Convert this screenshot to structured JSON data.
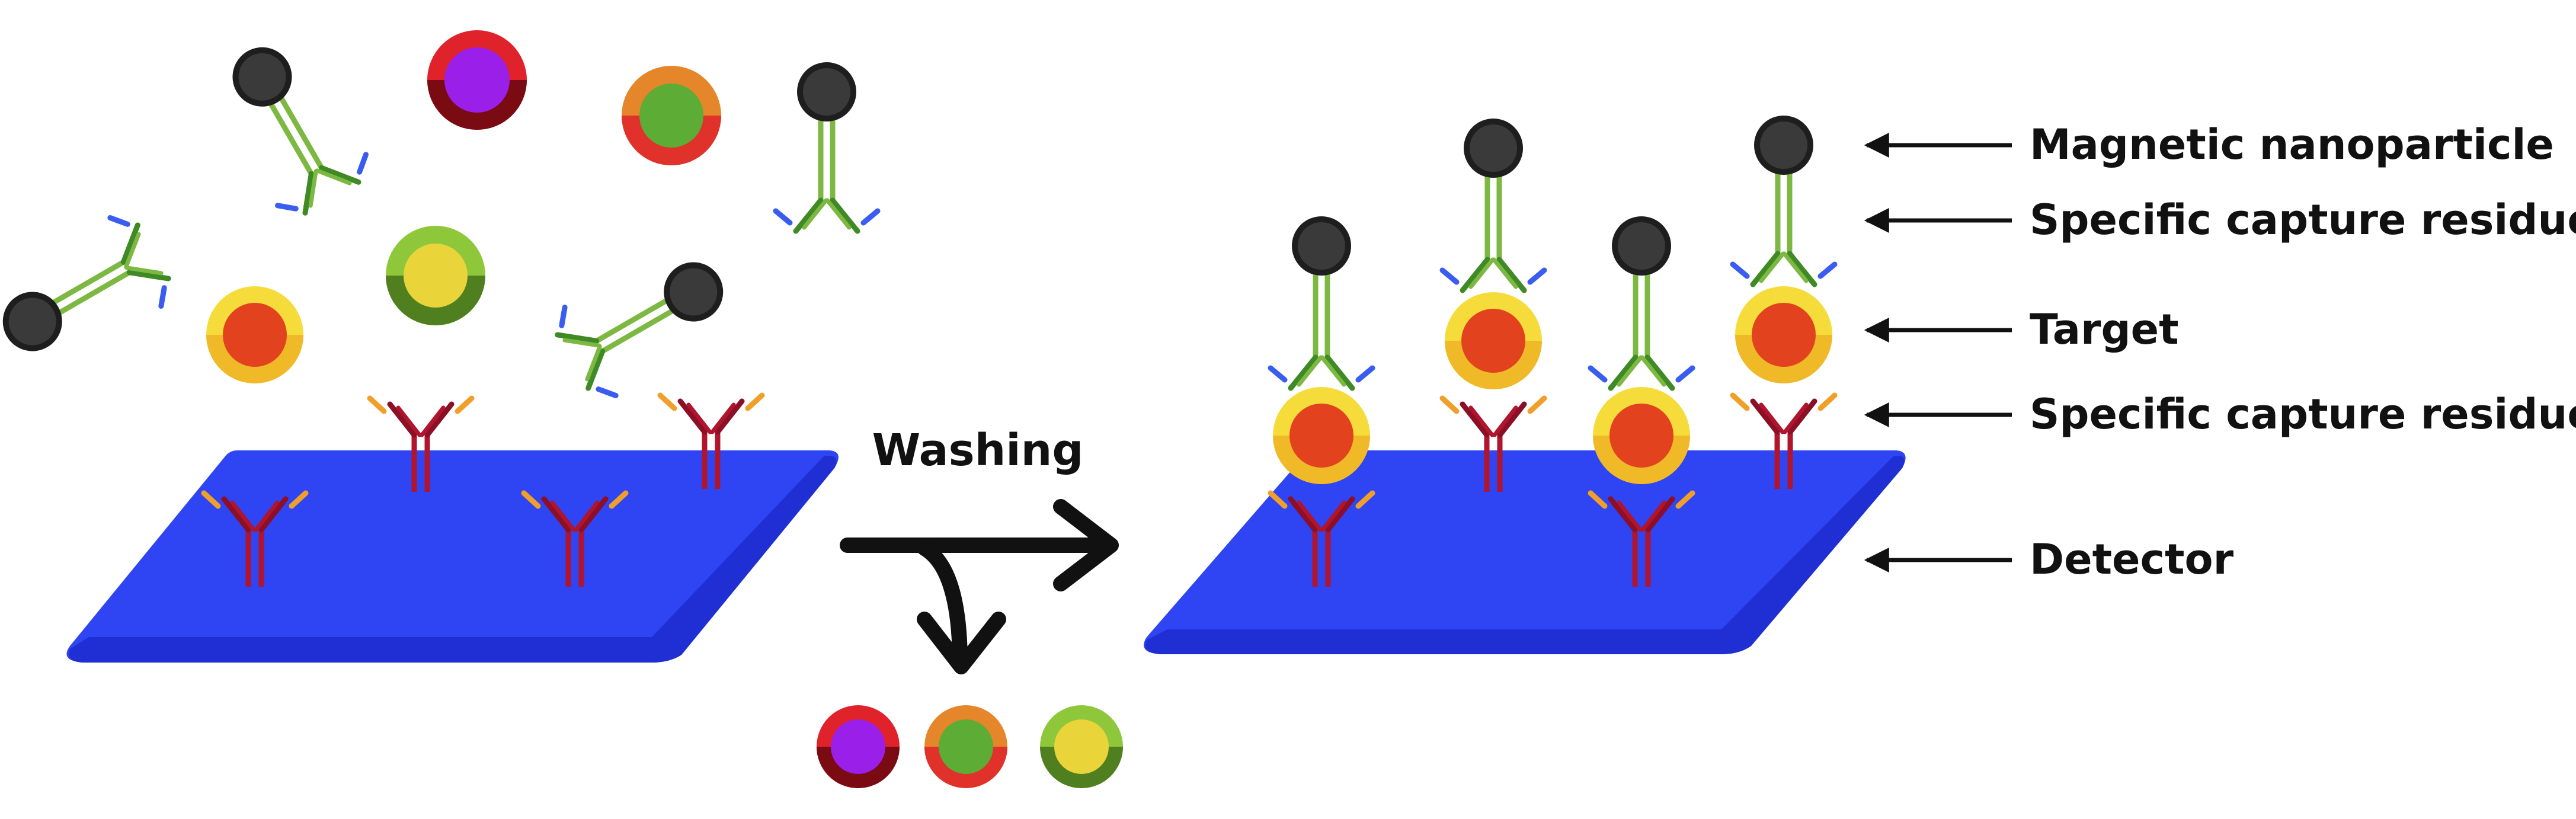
{
  "process_label": "Washing",
  "legend": [
    {
      "label": "Magnetic nanoparticle",
      "target": "magnetic-nanoparticle"
    },
    {
      "label": "Specific capture residue",
      "target": "upper-capture-residue"
    },
    {
      "label": "Target",
      "target": "target"
    },
    {
      "label": "Specific capture residue",
      "target": "lower-capture-residue"
    },
    {
      "label": "Detector",
      "target": "detector"
    }
  ],
  "colors": {
    "detector": "#2f44f2",
    "detector_edge": "#1f2fd3",
    "detector_antibody": "#b1142d",
    "detector_antibody_tips": "#f0a02a",
    "capture_antibody": "#7cb842",
    "capture_antibody_dark": "#3f8a25",
    "capture_antibody_tips": "#3a5cf0",
    "nanoparticle": "#2e2e2e",
    "target_outer": "#f6dc3a",
    "target_inner": "#e2431e",
    "arrow": "#111111"
  },
  "icons": {
    "detector": "blue-slab",
    "antibody": "y-shaped-antibody",
    "nanoparticle": "black-sphere",
    "target": "yellow-red-cell",
    "non_target_1": "red-purple-cell",
    "non_target_2": "orange-green-cell",
    "non_target_3": "lime-yellow-cell"
  }
}
